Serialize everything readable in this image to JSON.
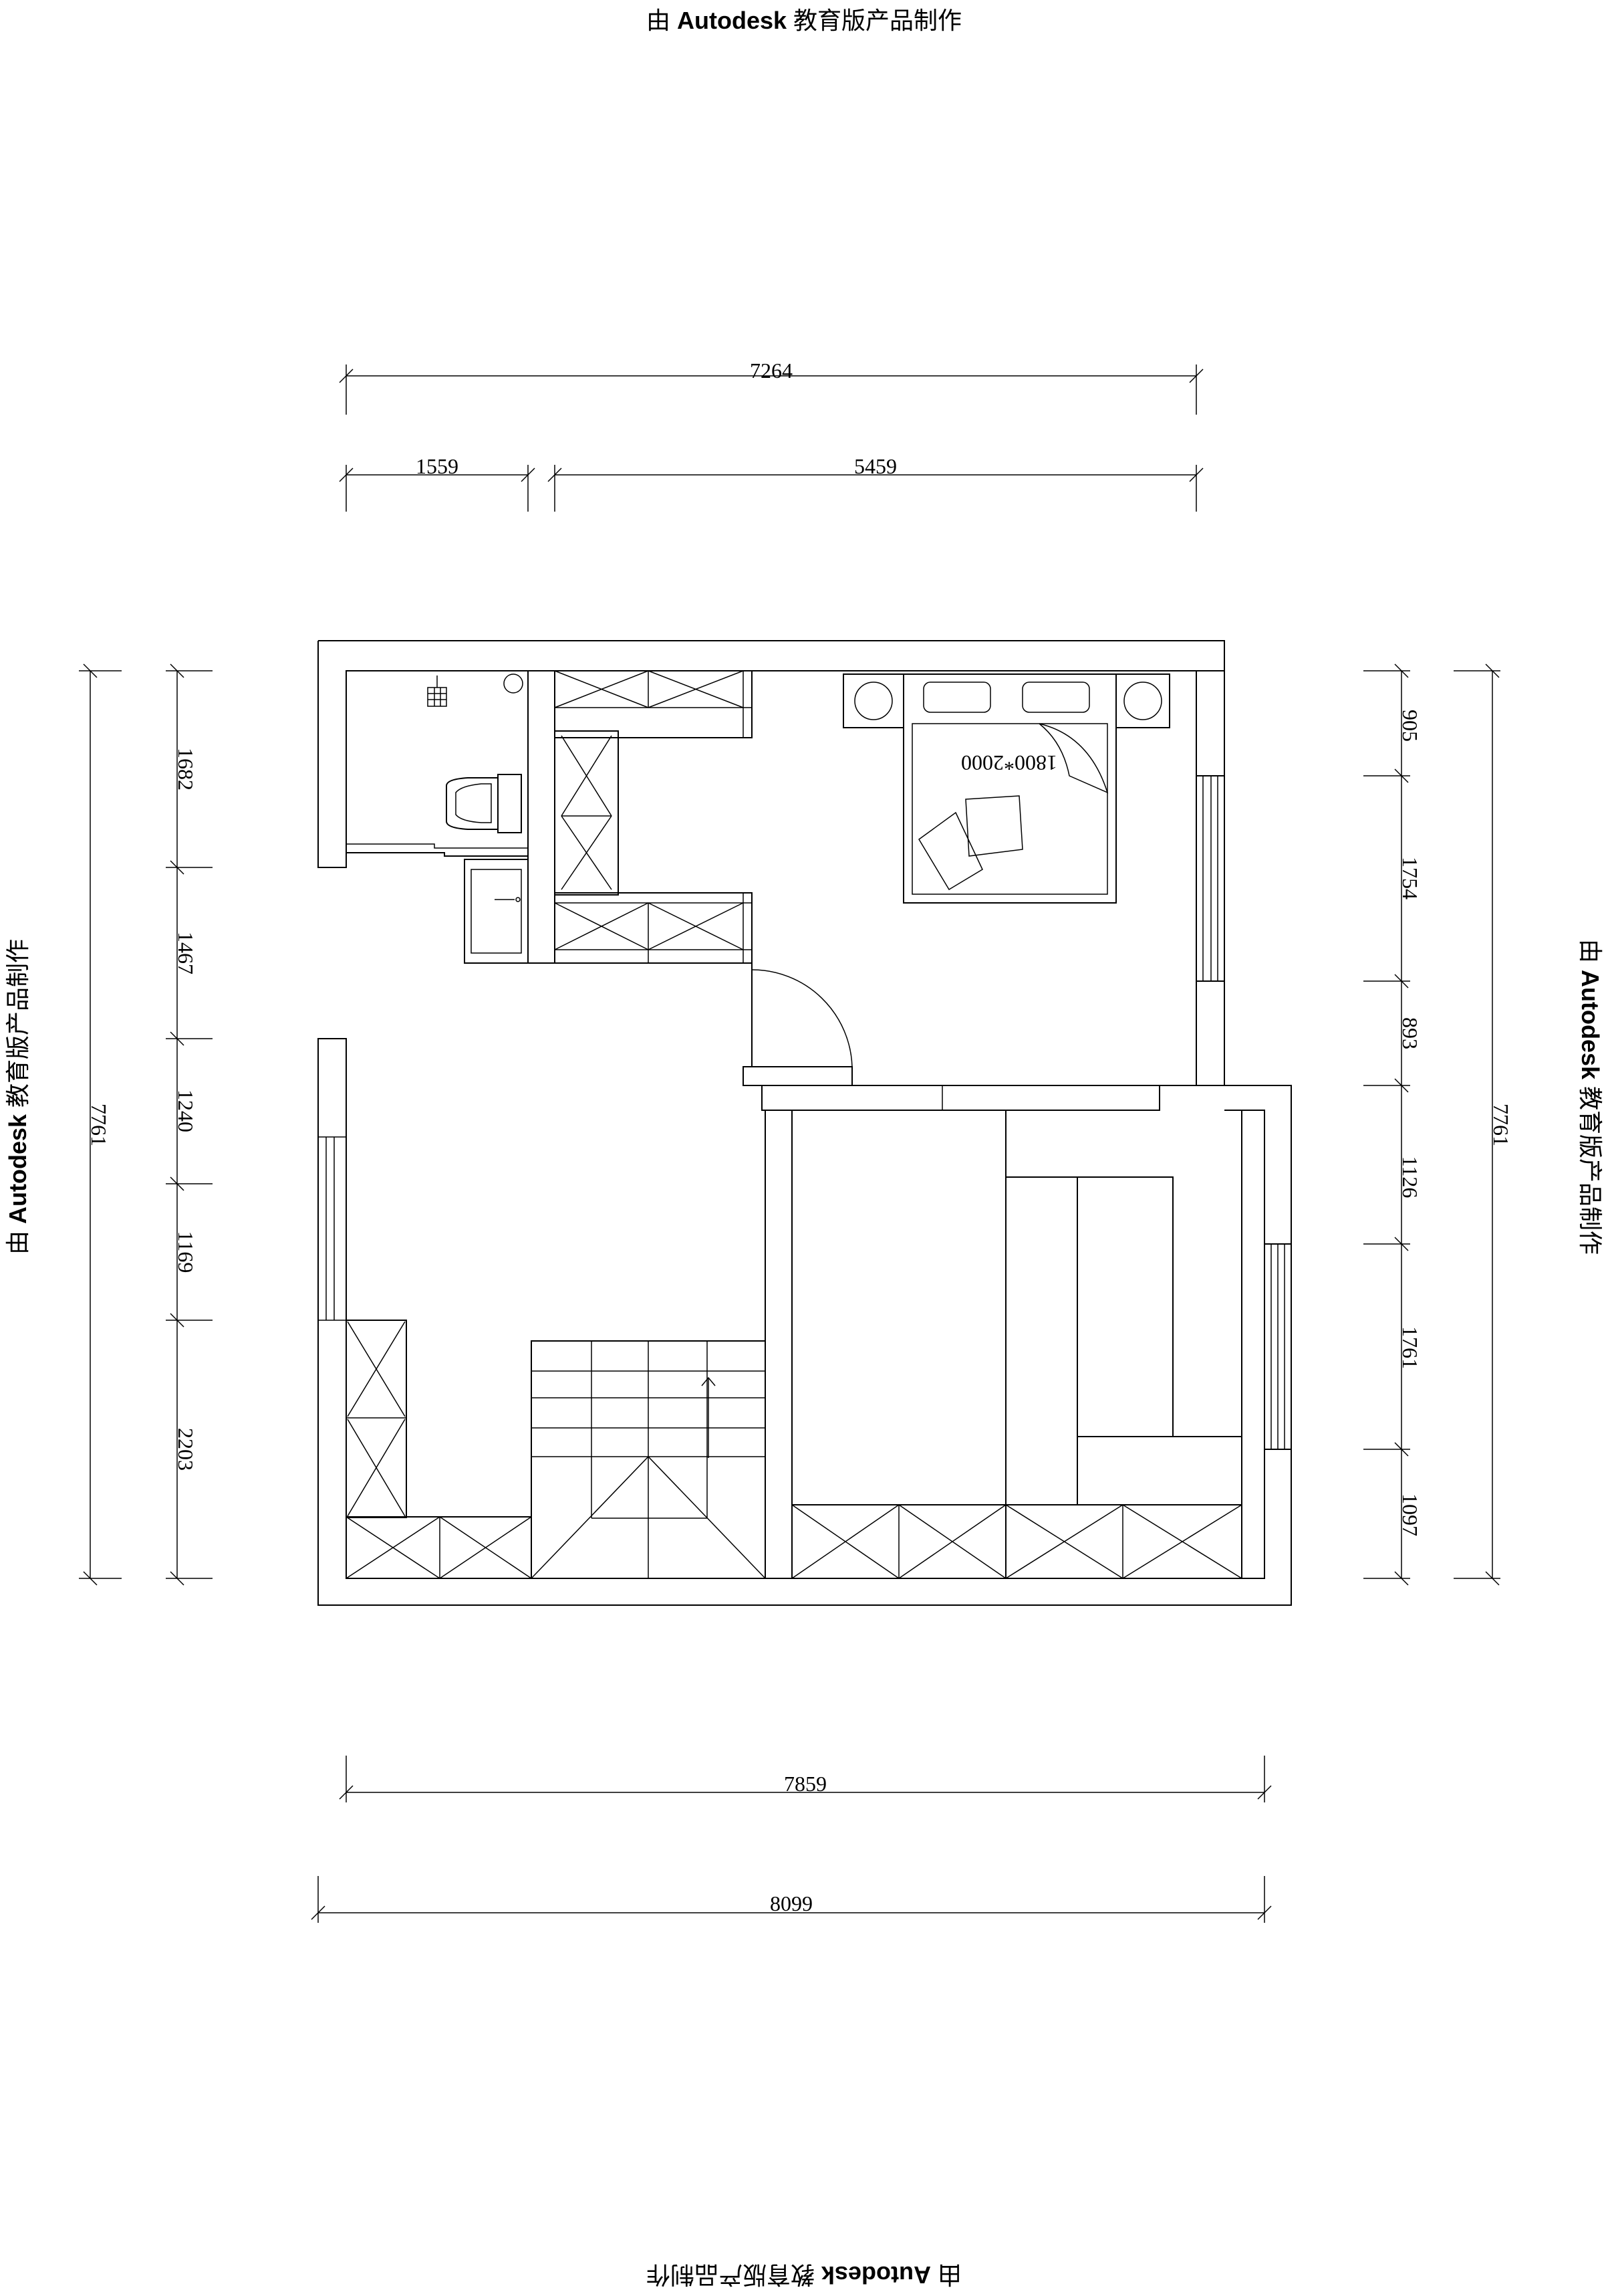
{
  "watermark": {
    "prefix": "由",
    "brand": "Autodesk",
    "suffix": "教育版产品制作"
  },
  "dimensions": {
    "top_overall": "7264",
    "top_left": "1559",
    "top_right": "5459",
    "bottom_inner": "7859",
    "bottom_overall": "8099",
    "left_overall": "7761",
    "left_segments": [
      "1682",
      "1467",
      "1240",
      "1169",
      "2203"
    ],
    "right_overall": "7761",
    "right_segments": [
      "905",
      "1754",
      "893",
      "1126",
      "1761",
      "1097"
    ]
  },
  "labels": {
    "bed_size": "1800*2000"
  }
}
